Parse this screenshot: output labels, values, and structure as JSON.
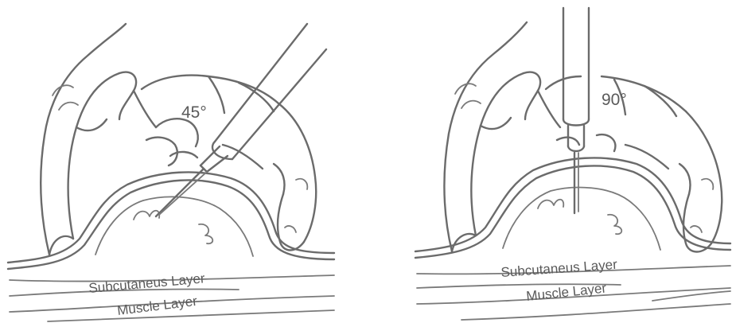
{
  "panels": [
    {
      "angle_label": "45°",
      "subcutaneous_label": "Subcutaneus Layer",
      "muscle_label": "Muscle Layer"
    },
    {
      "angle_label": "90°",
      "subcutaneous_label": "Subcutaneus Layer",
      "muscle_label": "Muscle Layer"
    }
  ]
}
